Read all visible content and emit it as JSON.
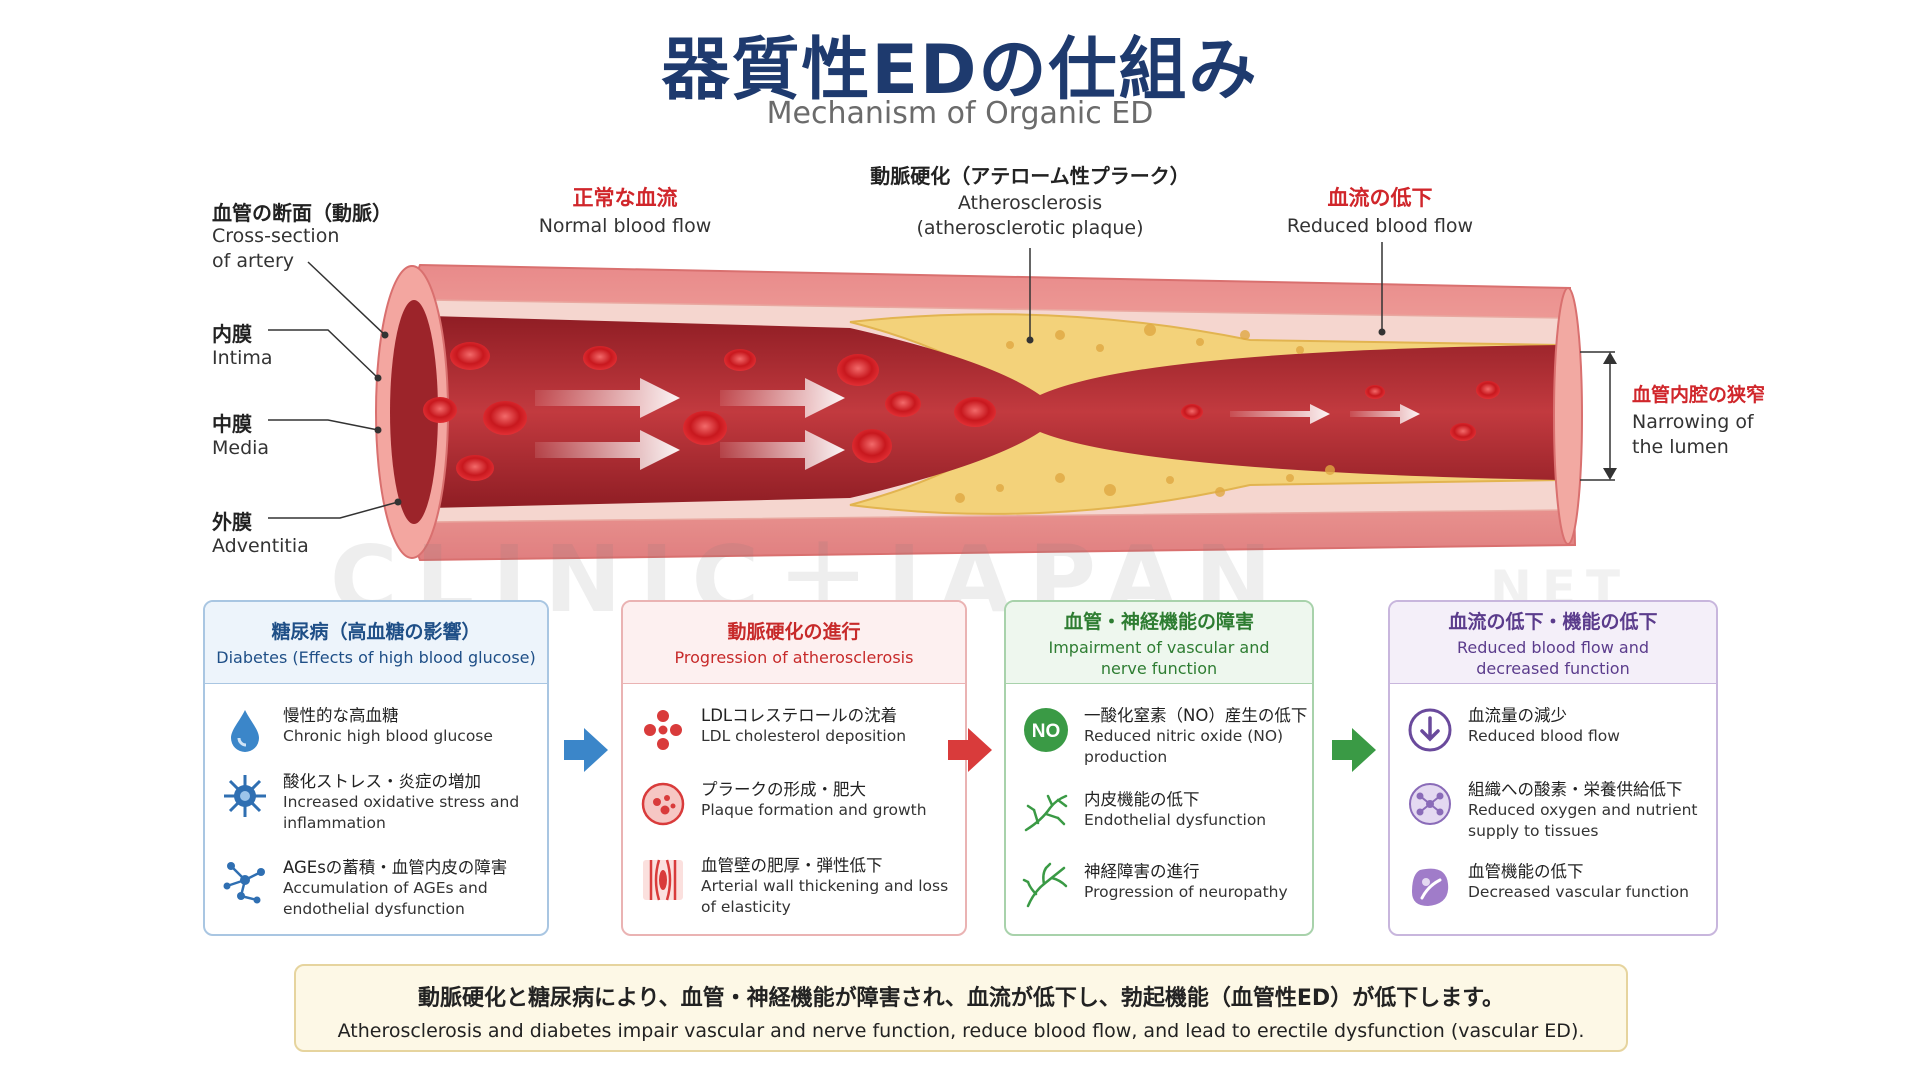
{
  "header": {
    "title": "器質性EDの仕組み",
    "subtitle": "Mechanism of Organic ED"
  },
  "artery": {
    "cross_section_jp": "血管の断面（動脈）",
    "cross_section_en_1": "Cross-section",
    "cross_section_en_2": "of artery",
    "intima_jp": "内膜",
    "intima_en": "Intima",
    "media_jp": "中膜",
    "media_en": "Media",
    "adventitia_jp": "外膜",
    "adventitia_en": "Adventitia",
    "normal_jp": "正常な血流",
    "normal_en": "Normal blood flow",
    "athero_jp": "動脈硬化（アテローム性プラーク）",
    "athero_en_1": "Atherosclerosis",
    "athero_en_2": "(atherosclerotic plaque)",
    "reduced_jp": "血流の低下",
    "reduced_en": "Reduced blood flow",
    "narrow_jp": "血管内腔の狭窄",
    "narrow_en_1": "Narrowing of",
    "narrow_en_2": "the lumen"
  },
  "watermark": {
    "main": "CLINIC＋JAPAN",
    "net": "NET"
  },
  "boxes": [
    {
      "title_jp": "糖尿病（高血糖の影響）",
      "title_en": "Diabetes (Effects of high blood glucose)",
      "items": [
        {
          "icon": "water-drop-icon",
          "jp": "慢性的な高血糖",
          "en": "Chronic high blood glucose"
        },
        {
          "icon": "oxidative-stress-icon",
          "jp": "酸化ストレス・炎症の増加",
          "en": "Increased oxidative stress and inflammation"
        },
        {
          "icon": "molecule-icon",
          "jp": "AGEsの蓄積・血管内皮の障害",
          "en": "Accumulation of AGEs and endothelial dysfunction"
        }
      ]
    },
    {
      "title_jp": "動脈硬化の進行",
      "title_en": "Progression of atherosclerosis",
      "items": [
        {
          "icon": "cholesterol-icon",
          "jp": "LDLコレステロールの沈着",
          "en": "LDL cholesterol deposition"
        },
        {
          "icon": "plaque-icon",
          "jp": "プラークの形成・肥大",
          "en": "Plaque formation and growth"
        },
        {
          "icon": "vessel-wall-icon",
          "jp": "血管壁の肥厚・弾性低下",
          "en": "Arterial wall thickening and loss of elasticity"
        }
      ]
    },
    {
      "title_jp": "血管・神経機能の障害",
      "title_en": "Impairment of vascular and nerve function",
      "items": [
        {
          "icon": "no-badge-icon",
          "badge": "NO",
          "jp": "一酸化窒素（NO）産生の低下",
          "en": "Reduced nitric oxide (NO) production"
        },
        {
          "icon": "endothelium-icon",
          "jp": "内皮機能の低下",
          "en": "Endothelial dysfunction"
        },
        {
          "icon": "nerve-icon",
          "jp": "神経障害の進行",
          "en": "Progression of neuropathy"
        }
      ]
    },
    {
      "title_jp": "血流の低下・機能の低下",
      "title_en": "Reduced blood flow and decreased function",
      "items": [
        {
          "icon": "down-arrow-circle-icon",
          "jp": "血流量の減少",
          "en": "Reduced blood flow"
        },
        {
          "icon": "tissue-supply-icon",
          "jp": "組織への酸素・栄養供給低下",
          "en": "Reduced oxygen and nutrient supply to tissues"
        },
        {
          "icon": "organ-icon",
          "jp": "血管機能の低下",
          "en": "Decreased vascular function"
        }
      ]
    }
  ],
  "summary": {
    "jp": "動脈硬化と糖尿病により、血管・神経機能が障害され、血流が低下し、勃起機能（血管性ED）が低下します。",
    "en": "Atherosclerosis and diabetes impair vascular and nerve function, reduce blood flow, and lead to erectile dysfunction (vascular ED)."
  },
  "colors": {
    "title": "#1e3a6e",
    "accent_red": "#d0262b",
    "diabetes_blue": "#1f4f87",
    "athero_red": "#c72a2a",
    "impair_green": "#2e7d32",
    "reduced_purple": "#5b3c8c"
  }
}
